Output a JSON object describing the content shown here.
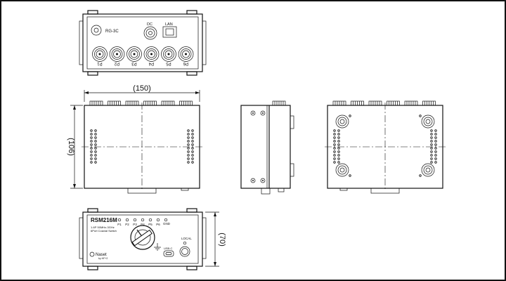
{
  "views": {
    "rear": {
      "model_label": "RG-3C",
      "dc_label": "DC",
      "lan_label": "LAN",
      "ports": [
        "P1",
        "P2",
        "P3",
        "P4",
        "P5",
        "P6"
      ]
    },
    "front": {
      "model": "RSM216M",
      "description_line1": "1-6P 50MHz-3GHz",
      "description_line2": "6Port Coaxial Switch",
      "ports": [
        "P1",
        "P2",
        "P3",
        "P4",
        "P5",
        "P6"
      ],
      "gnd_label": "GND",
      "local_label": "LOCAL",
      "usb_label": "USB-C",
      "brand": "Naset",
      "brand_sub": "by HF+2"
    }
  },
  "dimensions": {
    "width": "(150)",
    "height": "(106)",
    "depth": "(70)"
  }
}
